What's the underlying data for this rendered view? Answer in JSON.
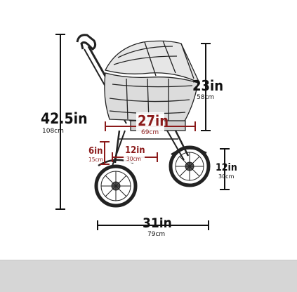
{
  "dimensions": {
    "total_height": {
      "imperial": "42.5in",
      "metric": "108cm"
    },
    "canopy_height": {
      "imperial": "23in",
      "metric": "58cm"
    },
    "cabin_length": {
      "imperial": "27in",
      "metric": "69cm"
    },
    "ground_clearance": {
      "imperial": "6in",
      "metric": "15cm"
    },
    "front_wheel": {
      "imperial": "12in",
      "metric": "30cm"
    },
    "rear_wheel": {
      "imperial": "12in",
      "metric": "30cm"
    },
    "total_length": {
      "imperial": "31in",
      "metric": "79cm"
    }
  },
  "colors": {
    "line": "#111111",
    "accent": "#8b1a1a",
    "bar": "#d6d6d6"
  }
}
